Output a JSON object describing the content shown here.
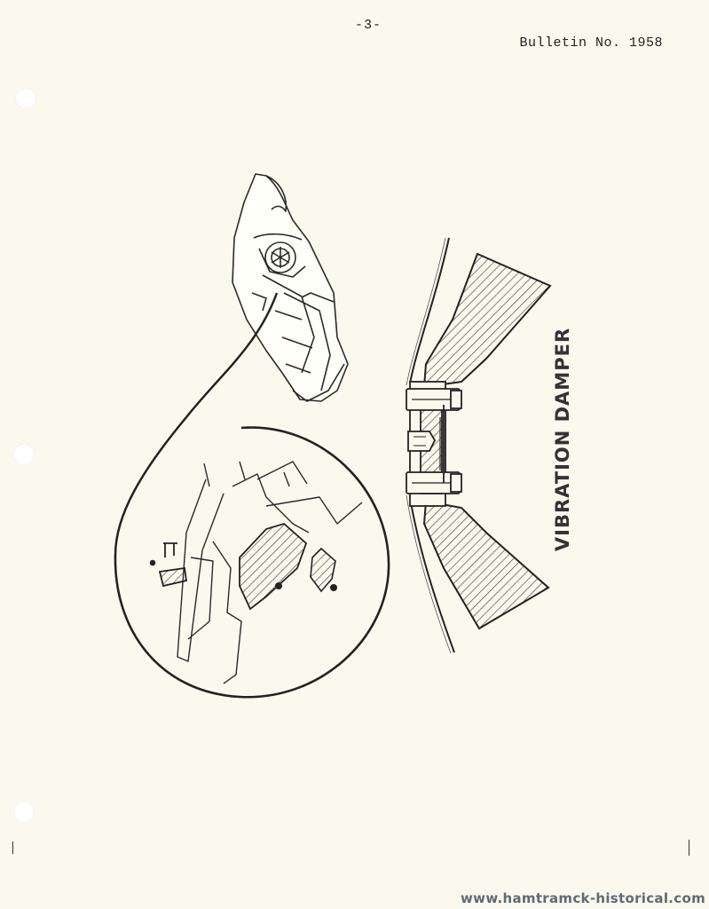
{
  "header": {
    "page_number": "-3-",
    "bulletin": "Bulletin No. 1958"
  },
  "figure": {
    "title": "VIBRATION DAMPER"
  },
  "footer": {
    "watermark": "www.hamtramck-historical.com"
  }
}
